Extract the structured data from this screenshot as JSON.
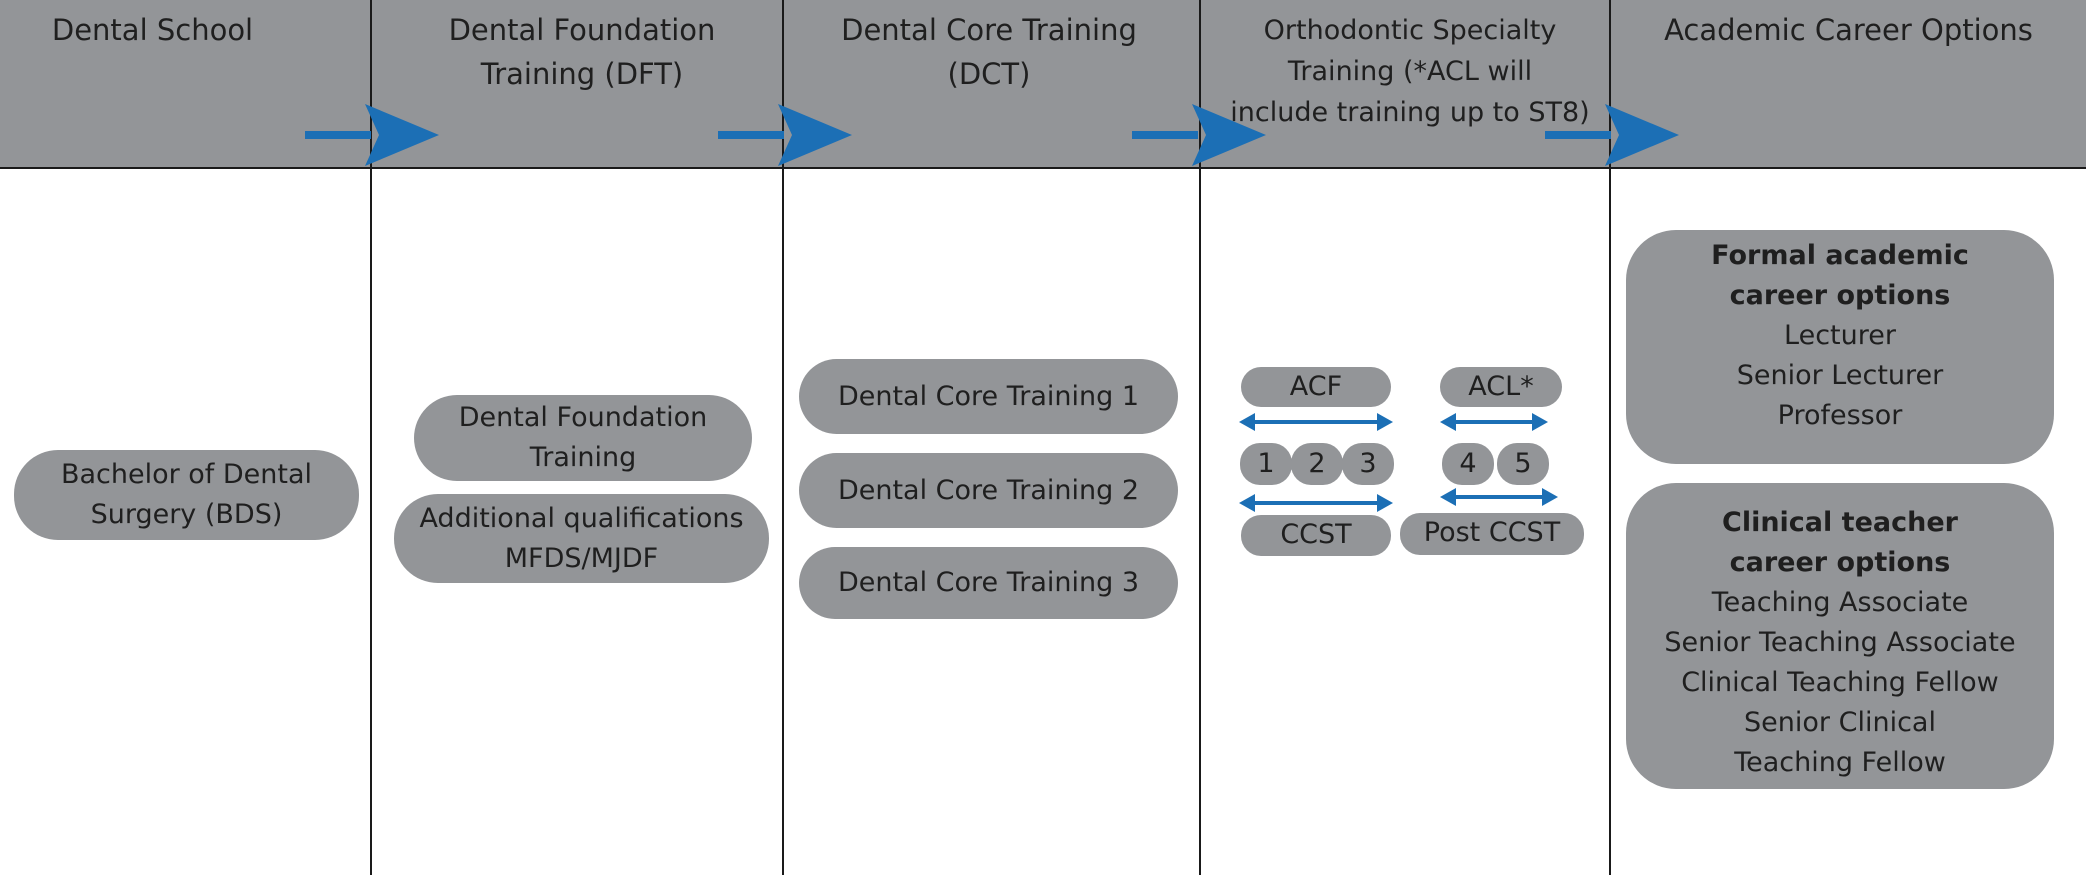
{
  "colors": {
    "header_bg": "#939598",
    "pill_bg": "#939598",
    "arrow": "#1c6fb5",
    "divider": "#1a1a1a",
    "background": "#ffffff"
  },
  "columns": [
    {
      "heading_lines": [
        "Dental School"
      ]
    },
    {
      "heading_lines": [
        "Dental Foundation",
        "Training (DFT)"
      ]
    },
    {
      "heading_lines": [
        "Dental Core Training",
        "(DCT)"
      ]
    },
    {
      "heading_lines": [
        "Orthodontic Specialty",
        "Training (*ACL will",
        "include training up to ST8)"
      ]
    },
    {
      "heading_lines": [
        "Academic Career Options"
      ]
    }
  ],
  "dental_school": {
    "bds_lines": [
      "Bachelor of Dental",
      "Surgery (BDS)"
    ]
  },
  "dft": {
    "training_lines": [
      "Dental Foundation",
      "Training"
    ],
    "qualifications_lines": [
      "Additional qualifications",
      "MFDS/MJDF"
    ]
  },
  "dct": {
    "stages": [
      "Dental Core Training 1",
      "Dental Core Training 2",
      "Dental Core Training 3"
    ]
  },
  "ortho": {
    "acf_label": "ACF",
    "acl_label": "ACL*",
    "numbers_left": [
      "1",
      "2",
      "3"
    ],
    "numbers_right": [
      "4",
      "5"
    ],
    "ccst_label": "CCST",
    "post_ccst_label": "Post CCST"
  },
  "academic": {
    "formal_title_lines": [
      "Formal academic",
      "career options"
    ],
    "formal_items": [
      "Lecturer",
      "Senior Lecturer",
      "Professor"
    ],
    "clinical_title_lines": [
      "Clinical teacher",
      "career options"
    ],
    "clinical_items": [
      "Teaching Associate",
      "Senior Teaching Associate",
      "Clinical Teaching Fellow",
      "Senior Clinical",
      "Teaching Fellow"
    ]
  }
}
